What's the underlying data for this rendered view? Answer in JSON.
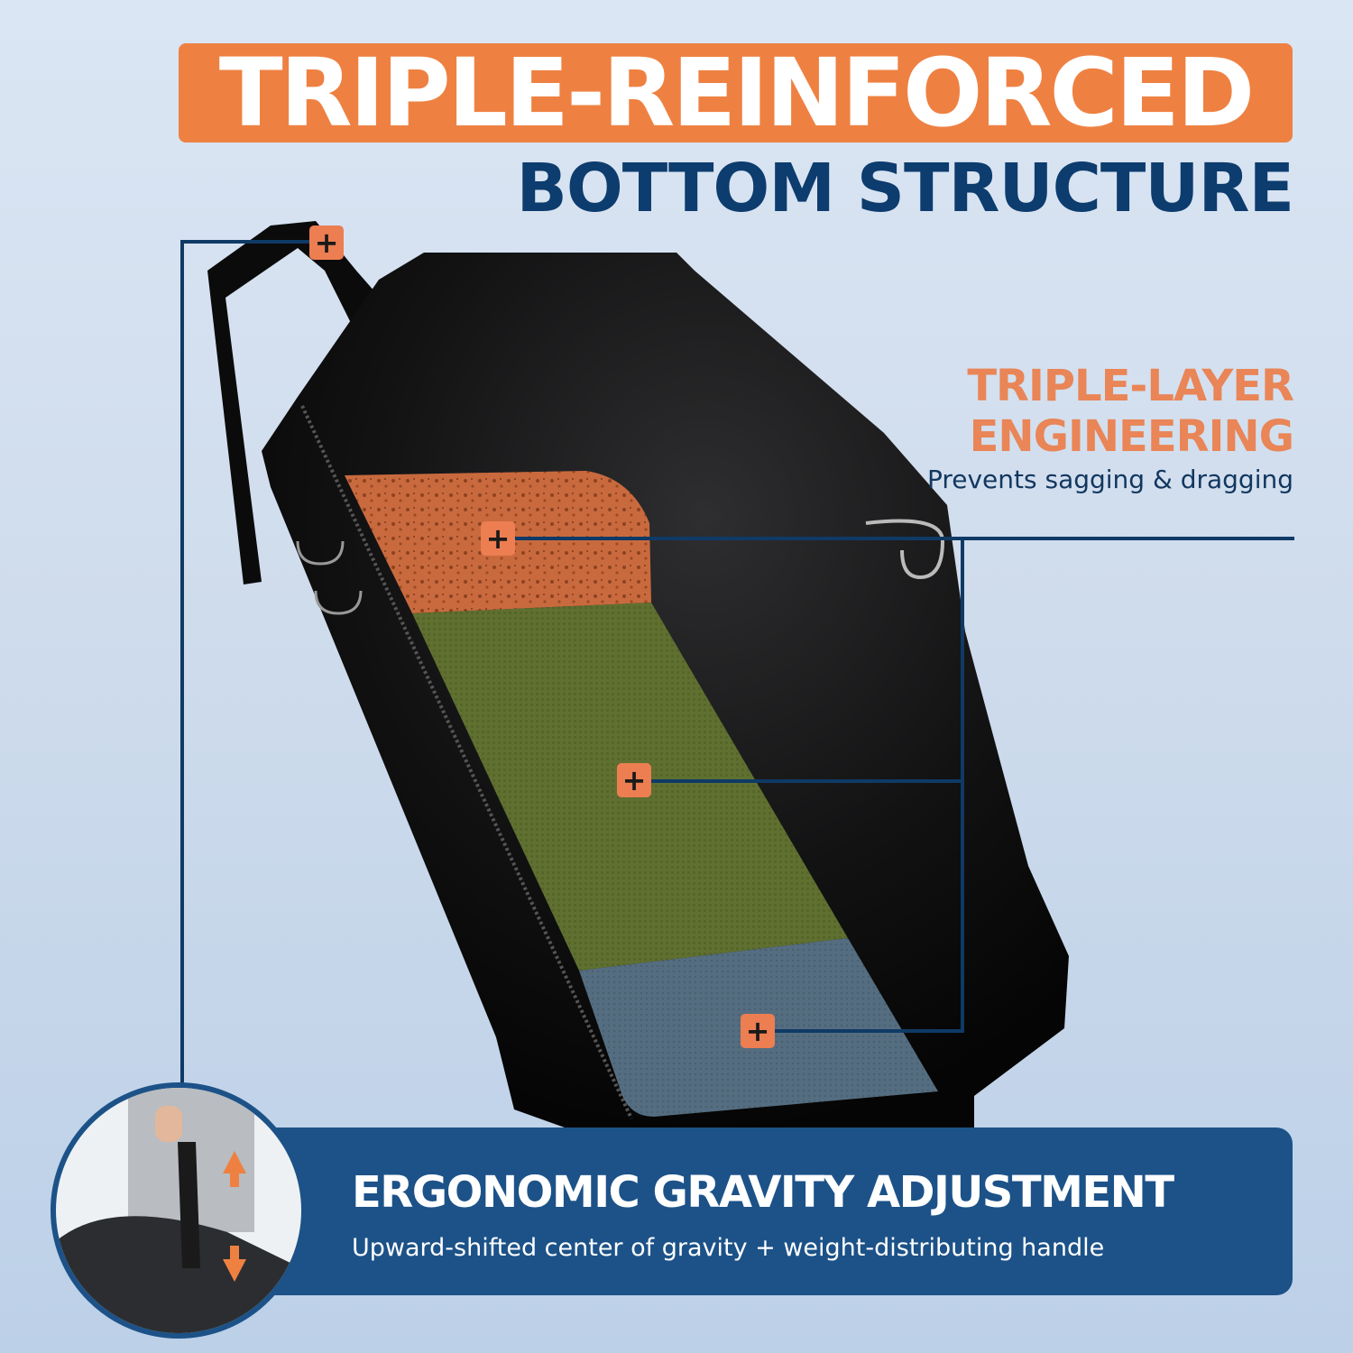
{
  "header": {
    "headline": "TRIPLE-REINFORCED",
    "subheadline": "BOTTOM STRUCTURE"
  },
  "feature": {
    "title_line1": "TRIPLE-LAYER",
    "title_line2": "ENGINEERING",
    "description": "Prevents sagging & dragging"
  },
  "banner": {
    "title": "ERGONOMIC GRAVITY ADJUSTMENT",
    "description": "Upward-shifted center of gravity + weight-distributing handle"
  },
  "hotspots": {
    "symbol": "+",
    "icon": "plus-icon"
  },
  "colors": {
    "accent_orange": "#ee8142",
    "navy": "#0d3c6e",
    "banner_blue": "#1c5288",
    "foam": "#c8673d",
    "green_layer": "#5c6d2f",
    "blue_layer": "#51687a"
  }
}
